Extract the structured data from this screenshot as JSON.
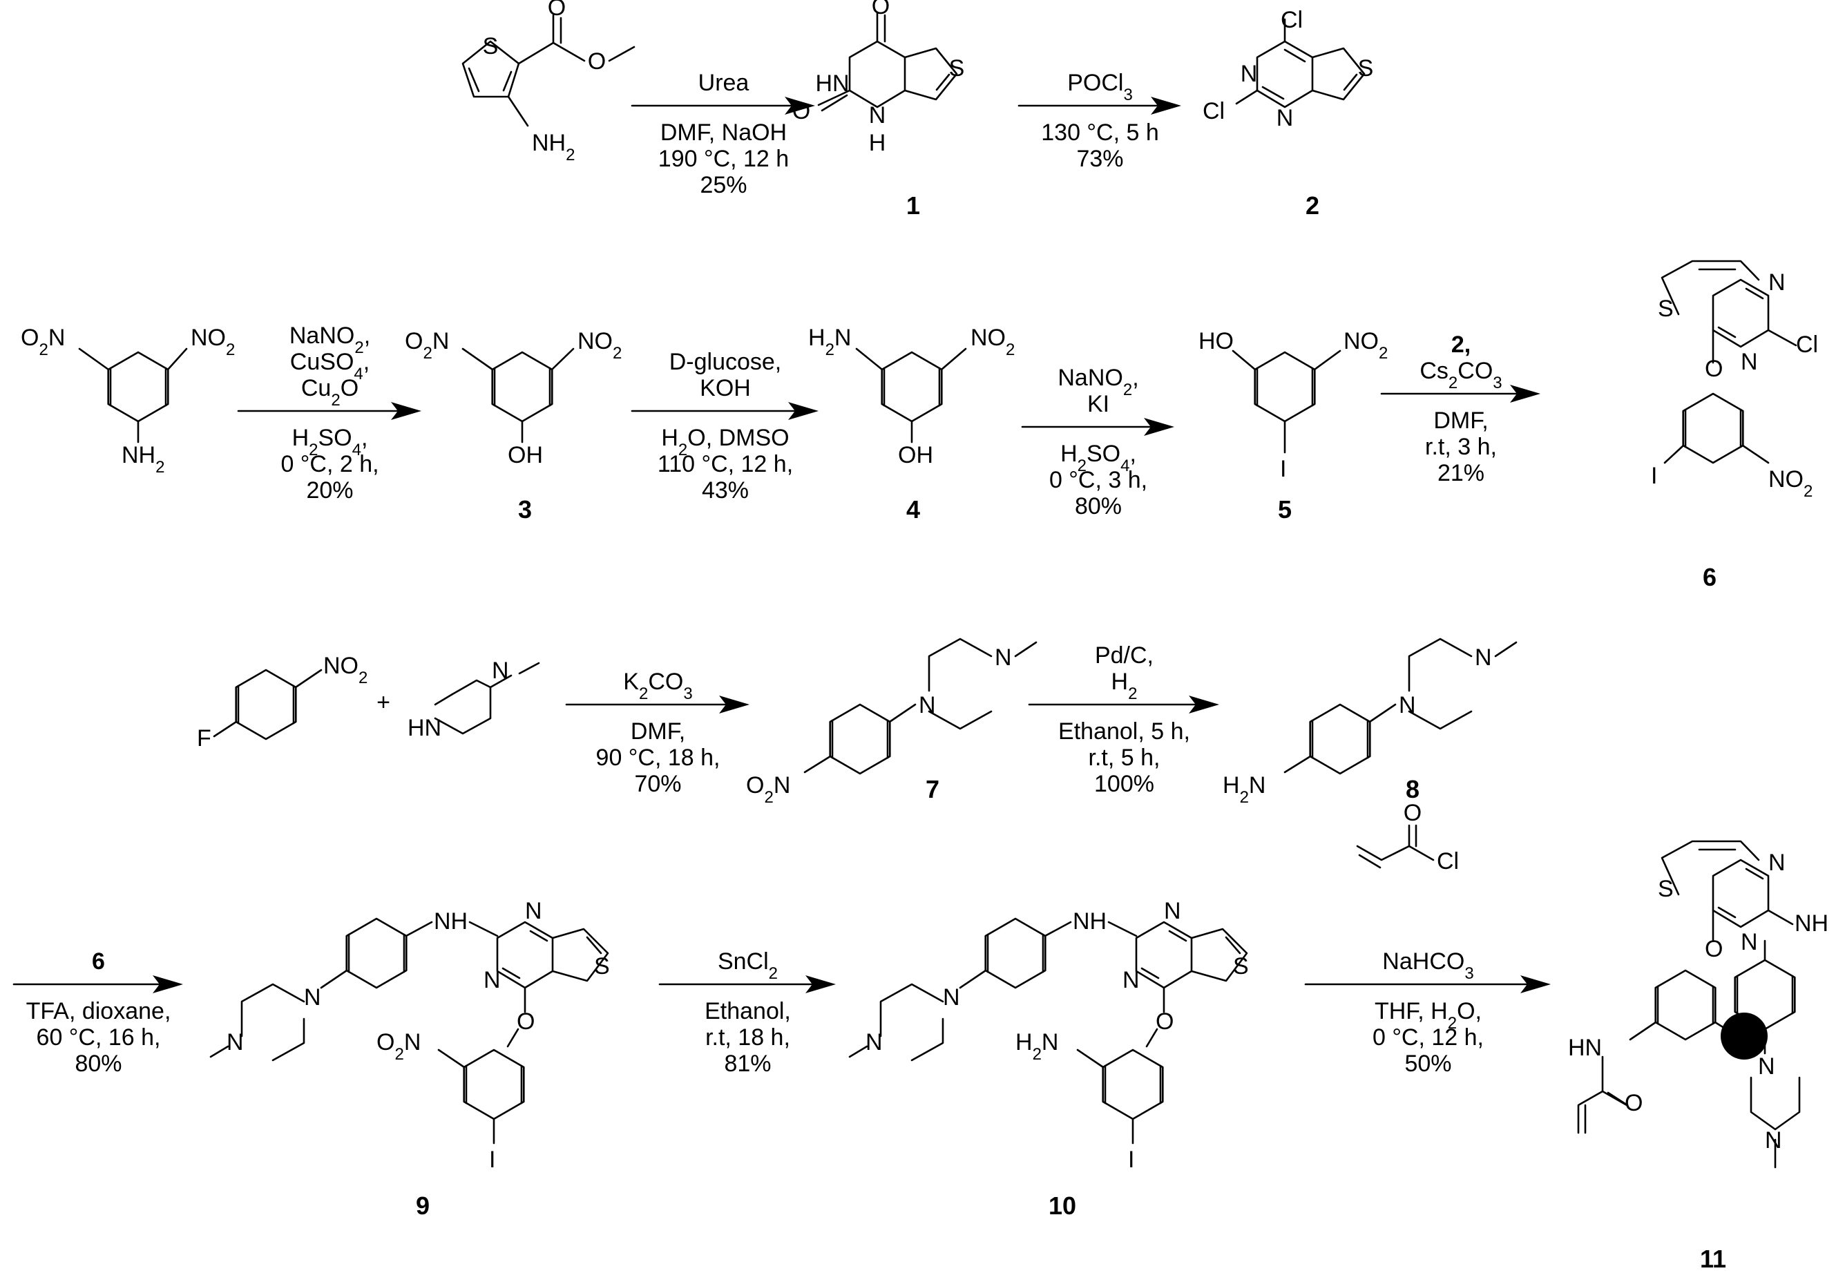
{
  "scheme": {
    "steps": [
      {
        "id": "s1",
        "above": [
          "Urea"
        ],
        "below": [
          "DMF, NaOH",
          "190 °C, 12 h",
          "25%"
        ]
      },
      {
        "id": "s2",
        "above": [
          "POCl3"
        ],
        "below": [
          "130 °C, 5 h",
          "73%"
        ]
      },
      {
        "id": "s3",
        "above": [
          "NaNO2,",
          "CuSO4,",
          "Cu2O"
        ],
        "below": [
          "H2SO4,",
          "0 °C, 2 h,",
          "20%"
        ]
      },
      {
        "id": "s4",
        "above": [
          "D-glucose,",
          "KOH"
        ],
        "below": [
          "H2O, DMSO",
          "110 °C, 12 h,",
          "43%"
        ]
      },
      {
        "id": "s5",
        "above": [
          "NaNO2,",
          "KI"
        ],
        "below": [
          "H2SO4,",
          "0 °C, 3 h,",
          "80%"
        ]
      },
      {
        "id": "s6",
        "above": [
          "2,",
          "Cs2CO3"
        ],
        "below": [
          "DMF,",
          "r.t, 3 h,",
          "21%"
        ]
      },
      {
        "id": "s7",
        "above": [
          "K2CO3"
        ],
        "below": [
          "DMF,",
          "90 °C, 18 h,",
          "70%"
        ]
      },
      {
        "id": "s8",
        "above": [
          "Pd/C,",
          "H2"
        ],
        "below": [
          "Ethanol, 5 h,",
          "r.t, 5 h,",
          "100%"
        ]
      },
      {
        "id": "s9",
        "above": [
          "6"
        ],
        "below": [
          "TFA, dioxane,",
          "60 °C, 16 h,",
          "80%"
        ]
      },
      {
        "id": "s10",
        "above": [
          "SnCl2"
        ],
        "below": [
          "Ethanol,",
          "r.t, 18 h,",
          "81%"
        ]
      },
      {
        "id": "s11",
        "above": [
          "NaHCO3"
        ],
        "below": [
          "THF, H2O,",
          "0 °C, 12 h,",
          "50%"
        ]
      }
    ],
    "compound_numbers": [
      "1",
      "2",
      "3",
      "4",
      "5",
      "6",
      "7",
      "8",
      "9",
      "10",
      "11"
    ],
    "plus": "+",
    "atoms": {
      "S": "S",
      "O": "O",
      "N": "N",
      "NH": "NH",
      "HN": "HN",
      "H": "H",
      "Cl": "Cl",
      "I": "I",
      "F": "F",
      "NH2": "NH2",
      "H2N": "H2N",
      "NO2": "NO2",
      "O2N": "O2N",
      "OH": "OH",
      "HO": "HO"
    }
  }
}
